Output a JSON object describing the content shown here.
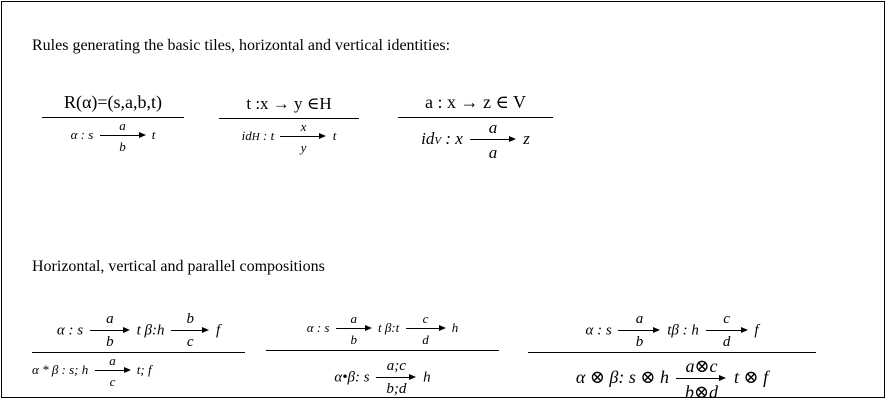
{
  "headings": {
    "basic": "Rules generating the basic tiles, horizontal and vertical identities:",
    "compositions": "Horizontal, vertical and parallel compositions"
  },
  "rules": {
    "basic_tile": {
      "premise": "R(α)=(s,a,b,t)",
      "conc_pre": "α : s",
      "arrow_top": "a",
      "arrow_bot": "b",
      "conc_post": "t"
    },
    "horizontal_identity": {
      "premise": "t :x → y ∈H",
      "conc_pre_main": "id",
      "conc_pre_sub": "H",
      "conc_pre_rest": ": t",
      "arrow_top": "x",
      "arrow_bot": "y",
      "conc_post": "t"
    },
    "vertical_identity": {
      "premise": "a : x → z ∈ V",
      "conc_pre_main": "id",
      "conc_pre_sub": "V",
      "conc_pre_rest": ": x",
      "arrow_top": "a",
      "arrow_bot": "a",
      "conc_post": "z"
    },
    "horizontal_composition": {
      "p1_pre": "α : s",
      "p1_top": "a",
      "p1_bot": "b",
      "p1_mid": "t  β:h",
      "p2_top": "b",
      "p2_bot": "c",
      "p2_post": "f",
      "conc_pre": "α * β : s; h",
      "arrow_top": "a",
      "arrow_bot": "c",
      "conc_post": "t; f"
    },
    "vertical_composition": {
      "p1_pre": "α : s",
      "p1_top": "a",
      "p1_bot": "b",
      "p1_mid": "t  β:t",
      "p2_top": "c",
      "p2_bot": "d",
      "p2_post": "h",
      "conc_pre": "α•β: s",
      "arrow_top": "a;c",
      "arrow_bot": "b;d",
      "conc_post": "h"
    },
    "parallel_composition": {
      "p1_pre": "α : s",
      "p1_top": "a",
      "p1_bot": "b",
      "p1_mid": "tβ : h",
      "p2_top": "c",
      "p2_bot": "d",
      "p2_post": "f",
      "conc_pre": "α ⊗ β: s ⊗ h",
      "arrow_top": "a⊗c",
      "arrow_bot": "b⊗d",
      "conc_post": "t ⊗ f"
    }
  }
}
